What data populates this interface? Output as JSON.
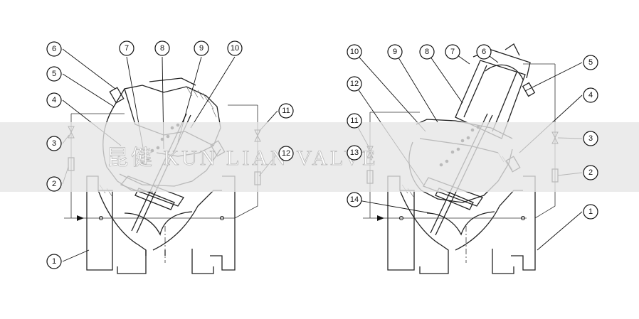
{
  "watermark": "昆健 KUN LIAN VALVE",
  "left_diagram": {
    "callouts": [
      "1",
      "2",
      "3",
      "4",
      "5",
      "6",
      "7",
      "8",
      "9",
      "10",
      "11",
      "12"
    ]
  },
  "right_diagram": {
    "callouts": [
      "1",
      "2",
      "3",
      "4",
      "5",
      "6",
      "7",
      "8",
      "9",
      "10",
      "11",
      "12",
      "13",
      "14"
    ]
  }
}
